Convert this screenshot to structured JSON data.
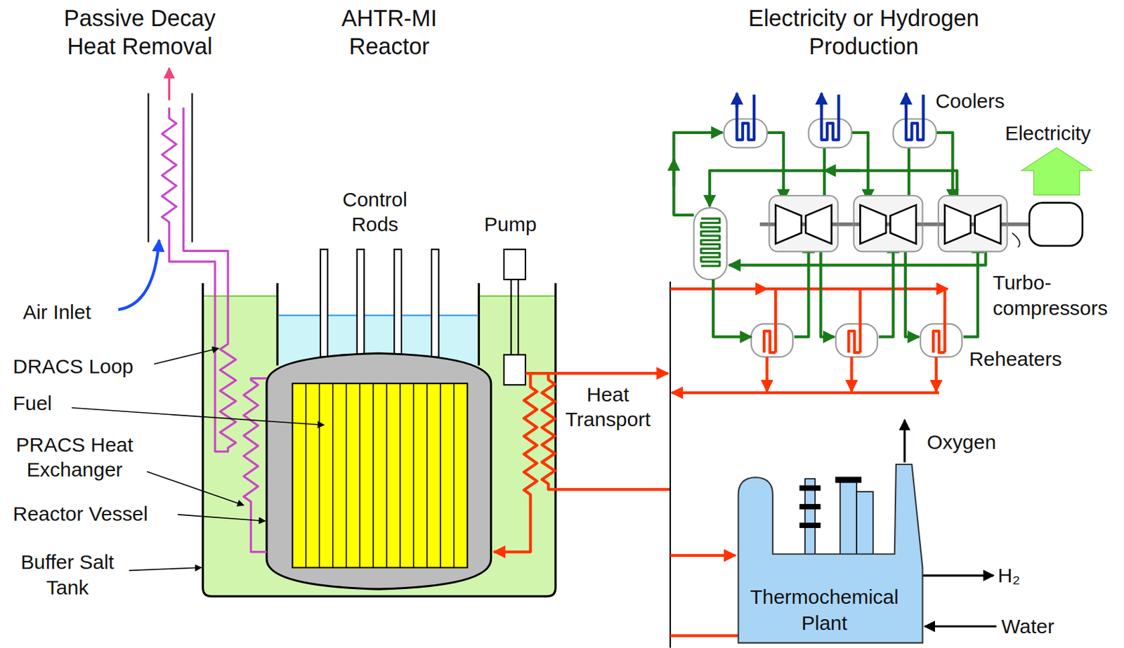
{
  "diagram": {
    "nodes": [
      {
        "text": [
          "Thermochemical Plant"
        ]
      }
    ],
    "labels": [
      "Passive Decay Heat Removal",
      "AHTR-MI Reactor",
      "Electricity or Hydrogen Production",
      "Coolers",
      "Electricity",
      "Control Rods",
      "Pump",
      "Turbo-compressors",
      "Air Inlet",
      "DRACS Loop",
      "Reheaters",
      "Fuel",
      "Heat Transport",
      "PRACS Heat Exchanger",
      "Oxygen",
      "Reactor Vessel",
      "Buffer Salt Tank",
      "H₂",
      "Water"
    ]
  }
}
